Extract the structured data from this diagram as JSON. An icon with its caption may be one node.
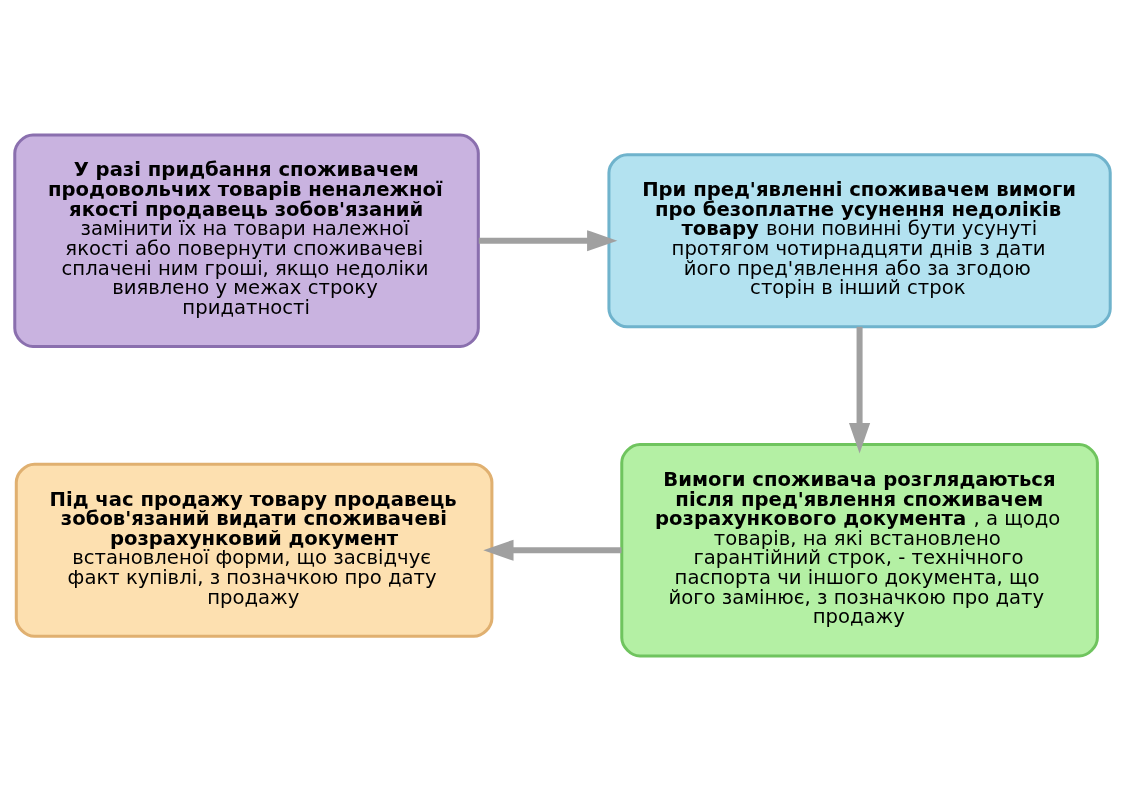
{
  "diagram": {
    "nodes": [
      {
        "text": [
          "**У разі придбання споживачем продовольчих товарів неналежної якості продавець зобов'язаний** замінити їх на товари належної якості або повернути споживачеві сплачені ним гроші, якщо недоліки виявлено у межах строку придатності"
        ]
      },
      {
        "text": [
          "**При пред'явленні споживачем вимоги про безоплатне усунення недоліків товару** вони повинні бути усунуті протягом чотирнадцяти днів з дати його пред'явлення або за згодою сторін в інший строк"
        ]
      },
      {
        "text": [
          "**Вимоги споживача розглядаються після пред'явлення споживачем розрахункового документа**, а щодо товарів, на які встановлено гарантійний строк, - технічного паспорта чи іншого документа, що його замінює, з позначкою про дату продажу"
        ]
      },
      {
        "text": [
          "**Під час продажу товару продавець зобов'язаний видати споживачеві розрахунковий документ** встановленої форми, що засвідчує факт купівлі, з позначкою про дату продажу"
        ]
      }
    ],
    "edges": [
      {
        "from": 0,
        "to": 1,
        "arrow": "to"
      },
      {
        "from": 1,
        "to": 2,
        "arrow": "to"
      },
      {
        "from": 2,
        "to": 3,
        "arrow": "to"
      }
    ]
  }
}
